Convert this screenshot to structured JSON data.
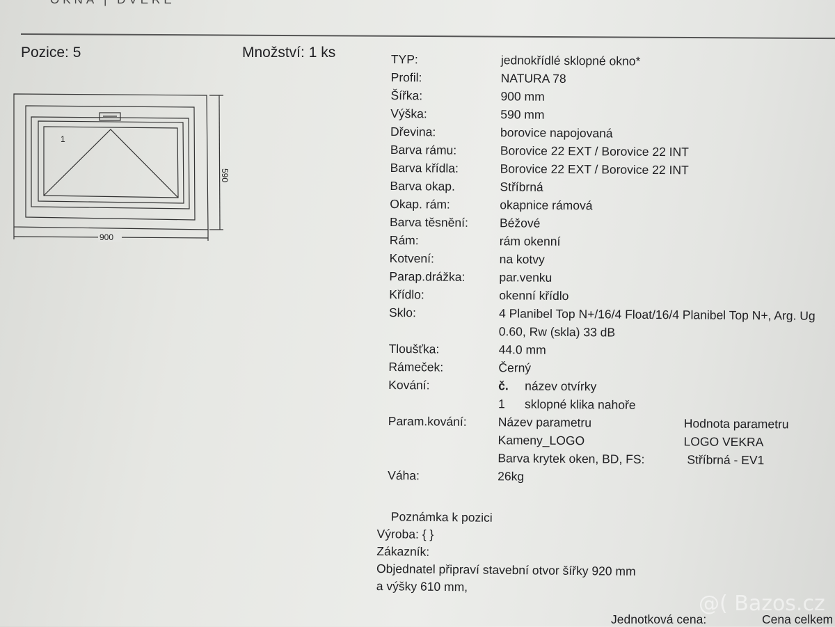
{
  "header": {
    "brand": "OKNA | DVEŘE",
    "position_label": "Pozice: 5",
    "quantity_label": "Množství: 1 ks"
  },
  "drawing": {
    "sash_number": "1",
    "width_dim": "900",
    "height_dim": "590"
  },
  "specs": {
    "typ": {
      "label": "TYP:",
      "value": "jednokřídlé sklopné okno*"
    },
    "profil": {
      "label": "Profil:",
      "value": "NATURA 78"
    },
    "sirka": {
      "label": "Šířka:",
      "value": "900 mm"
    },
    "vyska": {
      "label": "Výška:",
      "value": "590 mm"
    },
    "drevina": {
      "label": "Dřevina:",
      "value": "borovice napojovaná"
    },
    "barva_ramu": {
      "label": "Barva rámu:",
      "value": "Borovice 22 EXT / Borovice 22 INT"
    },
    "barva_kridla": {
      "label": "Barva křídla:",
      "value": "Borovice 22 EXT / Borovice 22 INT"
    },
    "barva_okap": {
      "label": "Barva okap.",
      "value": "Stříbrná"
    },
    "okap_ram": {
      "label": "Okap. rám:",
      "value": "okapnice rámová"
    },
    "barva_tesneni": {
      "label": "Barva těsnění:",
      "value": "Béžové"
    },
    "ram": {
      "label": "Rám:",
      "value": "rám okenní"
    },
    "kotveni": {
      "label": "Kotvení:",
      "value": "na kotvy"
    },
    "parap": {
      "label": "Parap.drážka:",
      "value": "par.venku"
    },
    "kridlo": {
      "label": "Křídlo:",
      "value": "okenní křídlo"
    },
    "sklo": {
      "label": "Sklo:",
      "value": "4 Planibel Top N+/16/4 Float/16/4 Planibel Top N+, Arg. Ug 0.60, Rw (skla) 33 dB"
    },
    "tloustka": {
      "label": "Tloušťka:",
      "value": "44.0 mm"
    },
    "ramecek": {
      "label": "Rámeček:",
      "value": "Černý"
    },
    "kovani": {
      "label": "Kování:",
      "col_num": "č.",
      "col_name": "název otvírky",
      "row_num": "1",
      "row_name": "sklopné klika nahoře"
    },
    "param_kovani": {
      "label": "Param.kování:",
      "header_name": "Název parametru",
      "header_value": "Hodnota parametru",
      "rows": [
        {
          "name": "Kameny_LOGO",
          "value": "LOGO VEKRA"
        },
        {
          "name": "Barva krytek oken, BD, FS:",
          "value": "Stříbrná - EV1"
        }
      ]
    },
    "vaha": {
      "label": "Váha:",
      "value": "26kg"
    }
  },
  "notes": {
    "title": "Poznámka k pozici",
    "vyroba": "Výroba: { }",
    "zakaznik": "Zákazník:",
    "line1": "Objednatel připraví stavební otvor šířky 920 mm",
    "line2": "a výšky 610 mm,"
  },
  "footer": {
    "unit_price": "Jednotková cena:",
    "total_price": "Cena celkem"
  },
  "watermark": "@( Bazos.cz"
}
